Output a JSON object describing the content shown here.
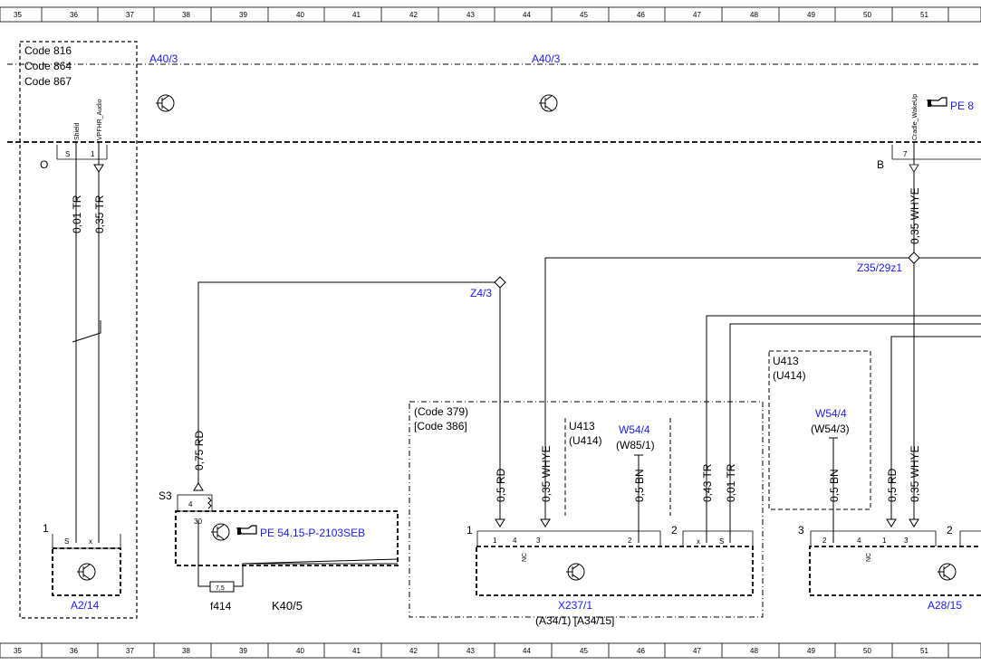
{
  "ruler": {
    "top": [
      "35",
      "36",
      "37",
      "38",
      "39",
      "40",
      "41",
      "42",
      "43",
      "44",
      "45",
      "46",
      "47",
      "48",
      "49",
      "50",
      "51"
    ],
    "bottom": [
      "35",
      "36",
      "37",
      "38",
      "39",
      "40",
      "41",
      "42",
      "43",
      "44",
      "45",
      "46",
      "47",
      "48",
      "49",
      "50",
      "51"
    ]
  },
  "codes": {
    "left_box": [
      "Code 816",
      "Code 864",
      "Code 867"
    ],
    "mid_box": [
      "(Code 379)",
      "[Code 386]"
    ]
  },
  "labels": {
    "a40_left": "A40/3",
    "a40_right": "A40/3",
    "pe_right": "PE 8",
    "pe_mid": "PE 54.15-P-2103SEB",
    "shield": "Shield",
    "vpfhr": "VPFHR_Audio",
    "cradle": "Cradle_WakeUp",
    "pin_s": "S",
    "pin_1": "1",
    "pin_7": "7",
    "conn_o": "O",
    "conn_b": "B",
    "w_001tr": "0,01 TR",
    "w_035tr": "0,35 TR",
    "w_035whye": "0,35 WHYE",
    "z35": "Z35/29z1",
    "z4": "Z4/3",
    "w_075rd": "0,75 RD",
    "s3": "S3",
    "s3_pin4": "4",
    "s3_pin30": "30",
    "fuse_val": "7,5",
    "f414": "f414",
    "k40": "K40/5",
    "a214": "A2/14",
    "x237": "X237/1",
    "x237_sub": "(A34/1)  [A34/15]",
    "a2815": "A28/15",
    "u413_a": "U413",
    "u414_a": "(U414)",
    "w544_a": "W54/4",
    "w851": "(W85/1)",
    "u413_b": "U413",
    "u414_b": "(U414)",
    "w544_b": "W54/4",
    "w543": "(W54/3)",
    "w_05rd": "0,5 RD",
    "w_05bn": "0,5 BN",
    "w_043tr": "0,43 TR",
    "w_001tr2": "0,01 TR",
    "w_05rd2": "0,5 RD",
    "w_05bn2": "0,5 BN",
    "w_035whye2": "0,35 WHYE",
    "w_035whye3": "0,35 WHYE",
    "left_conn_num": "1",
    "pin_x": "x",
    "x_conn_num": "1",
    "x_pin_1": "1",
    "x_pin_4": "4",
    "x_pin_3": "3",
    "x_pin_2": "2",
    "nc": "NC",
    "x_conn_num2": "2",
    "x_pin_x": "x",
    "x_pin_s": "S",
    "a28_conn_num": "3",
    "a28_pin_2": "2",
    "a28_pin_4": "4",
    "a28_pin_1": "1",
    "a28_pin_3": "3",
    "a28_conn_num2": "2"
  },
  "colors": {
    "link": "#1a1aff"
  }
}
